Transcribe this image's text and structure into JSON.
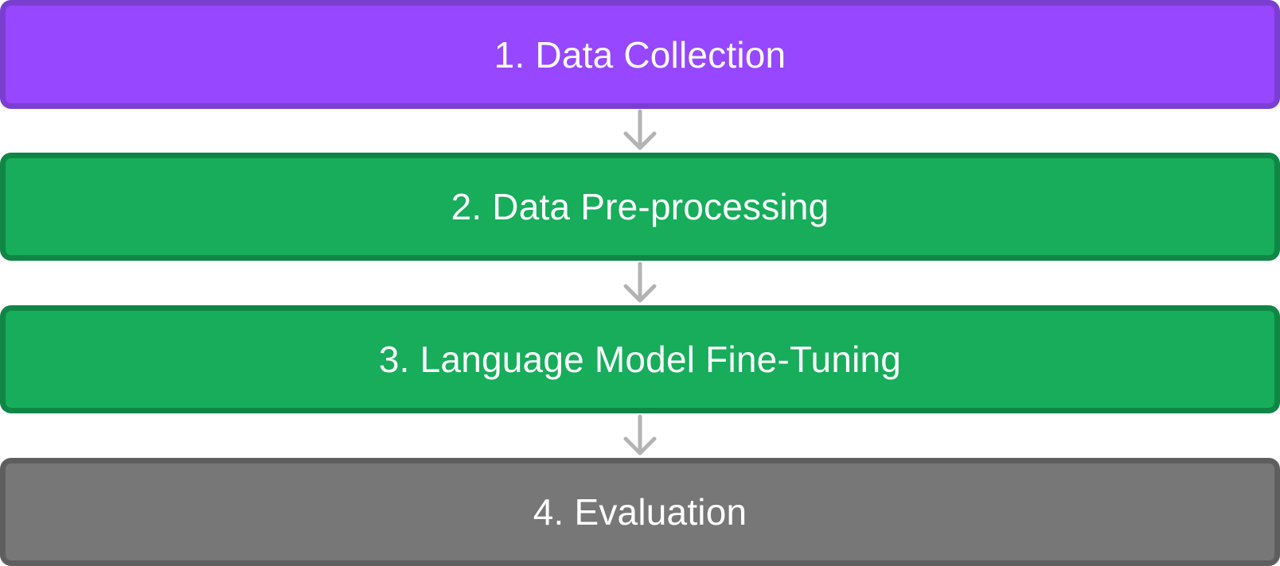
{
  "diagram": {
    "steps": [
      {
        "label": "1. Data Collection",
        "color": "#9747ff",
        "border_color": "#7a3fd1"
      },
      {
        "label": "2. Data Pre-processing",
        "color": "#17ad5b",
        "border_color": "#0f8645"
      },
      {
        "label": "3. Language Model Fine-Tuning",
        "color": "#17ad5b",
        "border_color": "#0f8645"
      },
      {
        "label": "4. Evaluation",
        "color": "#777777",
        "border_color": "#5e5e5e"
      }
    ],
    "connector_color": "#b3b3b3",
    "connector_icon": "arrow-down-icon"
  }
}
